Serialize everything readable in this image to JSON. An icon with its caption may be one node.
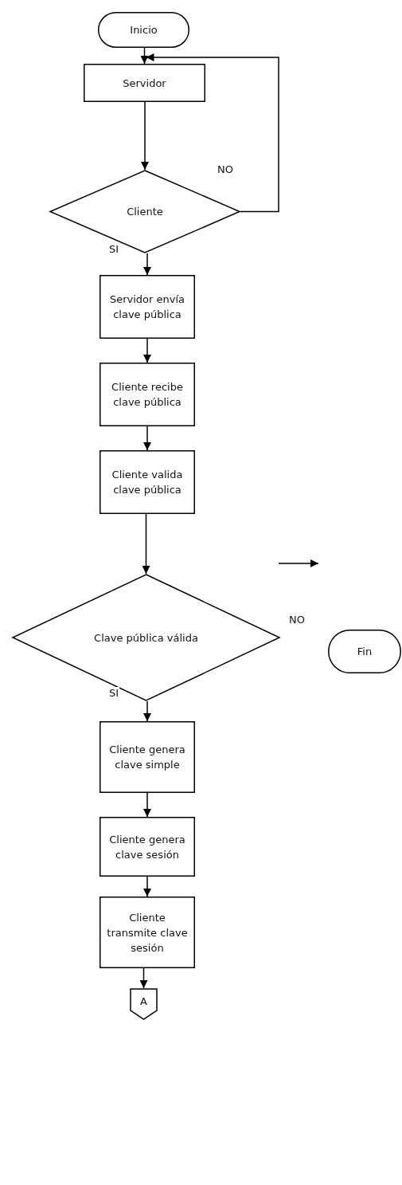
{
  "diagram": {
    "nodes": [
      {
        "text": [
          "Inicio"
        ]
      },
      {
        "text": [
          "Servidor"
        ]
      },
      {
        "text": [
          "Cliente"
        ]
      },
      {
        "text": [
          "Servidor envía clave pública"
        ]
      },
      {
        "text": [
          "Cliente recibe clave pública"
        ]
      },
      {
        "text": [
          "Cliente valida clave pública"
        ]
      },
      {
        "text": [
          "Clave pública válida"
        ]
      },
      {
        "text": [
          "Fin"
        ]
      },
      {
        "text": [
          "Cliente genera clave simple"
        ]
      },
      {
        "text": [
          "Cliente genera clave sesión"
        ]
      },
      {
        "text": [
          "Cliente transmite clave sesión"
        ]
      },
      {
        "text": [
          "A"
        ]
      }
    ],
    "edges": [
      {
        "from": 0,
        "to": 1,
        "arrow": "to"
      },
      {
        "from": 1,
        "to": 2,
        "arrow": "to"
      },
      {
        "from": 2,
        "to": 1,
        "arrow": "to",
        "label": "NO"
      },
      {
        "from": 2,
        "to": 3,
        "arrow": "to",
        "label": "SI"
      },
      {
        "from": 3,
        "to": 4,
        "arrow": "to"
      },
      {
        "from": 4,
        "to": 5,
        "arrow": "to"
      },
      {
        "from": 5,
        "to": 6,
        "arrow": "to"
      },
      {
        "from": 6,
        "to": 8,
        "arrow": "to",
        "label": "SI"
      },
      {
        "from": 8,
        "to": 9,
        "arrow": "to"
      },
      {
        "from": 9,
        "to": 10,
        "arrow": "to"
      },
      {
        "from": 10,
        "to": 11,
        "arrow": "to"
      }
    ],
    "labels": [
      "NO"
    ]
  }
}
